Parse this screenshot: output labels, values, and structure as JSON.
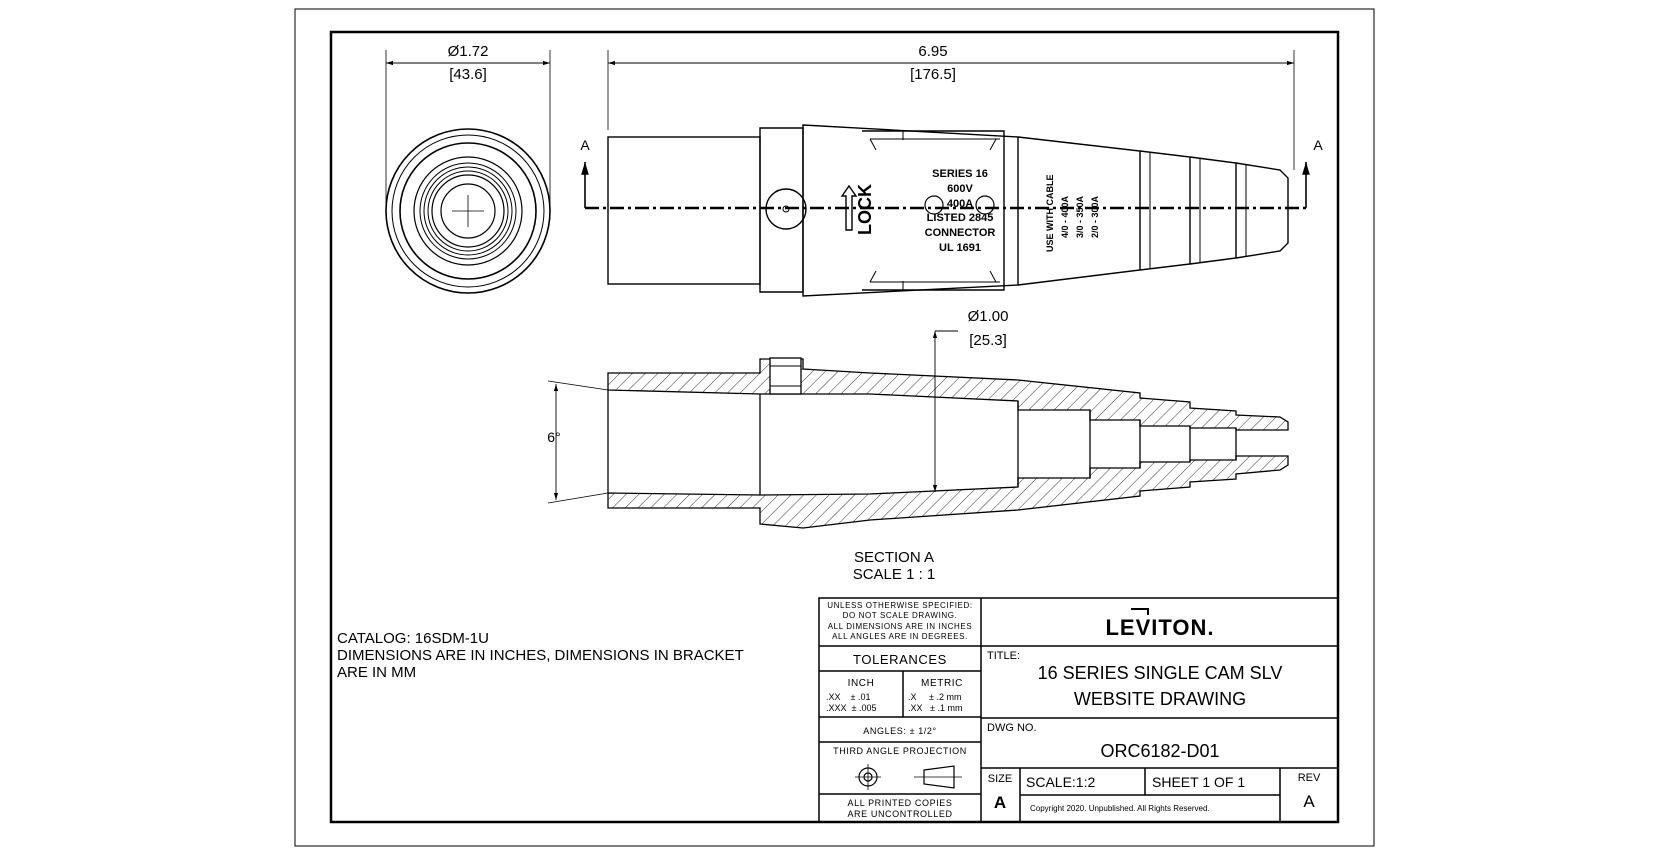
{
  "dimensions": {
    "outer_diameter": "Ø1.72",
    "outer_diameter_mm": "[43.6]",
    "overall_length": "6.95",
    "overall_length_mm": "[176.5]",
    "bore_diameter": "Ø1.00",
    "bore_diameter_mm": "[25.3]",
    "taper_angle": "6°"
  },
  "section_markers": {
    "left": "A",
    "right": "A"
  },
  "body_markings": {
    "lock_text": "LOCK",
    "rating_lines": [
      "SERIES 16",
      "600V",
      "400A",
      "LISTED 2845",
      "CONNECTOR",
      "UL 1691"
    ],
    "cable_lines": [
      "USE WITH CABLE",
      "4/0 - 400A",
      "3/0 - 350A",
      "2/0 - 300A"
    ]
  },
  "section_label": {
    "line1": "SECTION A",
    "line2": "SCALE 1 : 1"
  },
  "notes": {
    "line1": "CATALOG: 16SDM-1U",
    "line2": "DIMENSIONS ARE IN INCHES, DIMENSIONS  IN BRACKET",
    "line3": "ARE IN MM"
  },
  "title_block": {
    "unless_lines": [
      "UNLESS OTHERWISE SPECIFIED:",
      "DO NOT SCALE DRAWING.",
      "ALL DIMENSIONS ARE IN INCHES",
      "ALL ANGLES ARE IN DEGREES."
    ],
    "tolerances_label": "TOLERANCES",
    "inch_label": "INCH",
    "metric_label": "METRIC",
    "inch_rows": [
      ".XX    ± .01",
      ".XXX  ± .005"
    ],
    "metric_rows": [
      ".X     ± .2 mm",
      ".XX   ± .1 mm"
    ],
    "angles": "ANGLES: ± 1/2°",
    "projection": "THIRD ANGLE PROJECTION",
    "printed_copies_1": "ALL PRINTED COPIES",
    "printed_copies_2": "ARE UNCONTROLLED",
    "company": "LEVITON.",
    "title_label": "TITLE:",
    "title_line1": "16 SERIES SINGLE CAM SLV",
    "title_line2": "WEBSITE DRAWING",
    "dwg_label": "DWG NO.",
    "dwg_no": "ORC6182-D01",
    "size_label": "SIZE",
    "size": "A",
    "scale": "SCALE:1:2",
    "sheet": "SHEET 1 OF 1",
    "rev_label": "REV",
    "rev": "A",
    "copyright": "Copyright 2020. Unpublished. All Rights Reserved."
  }
}
